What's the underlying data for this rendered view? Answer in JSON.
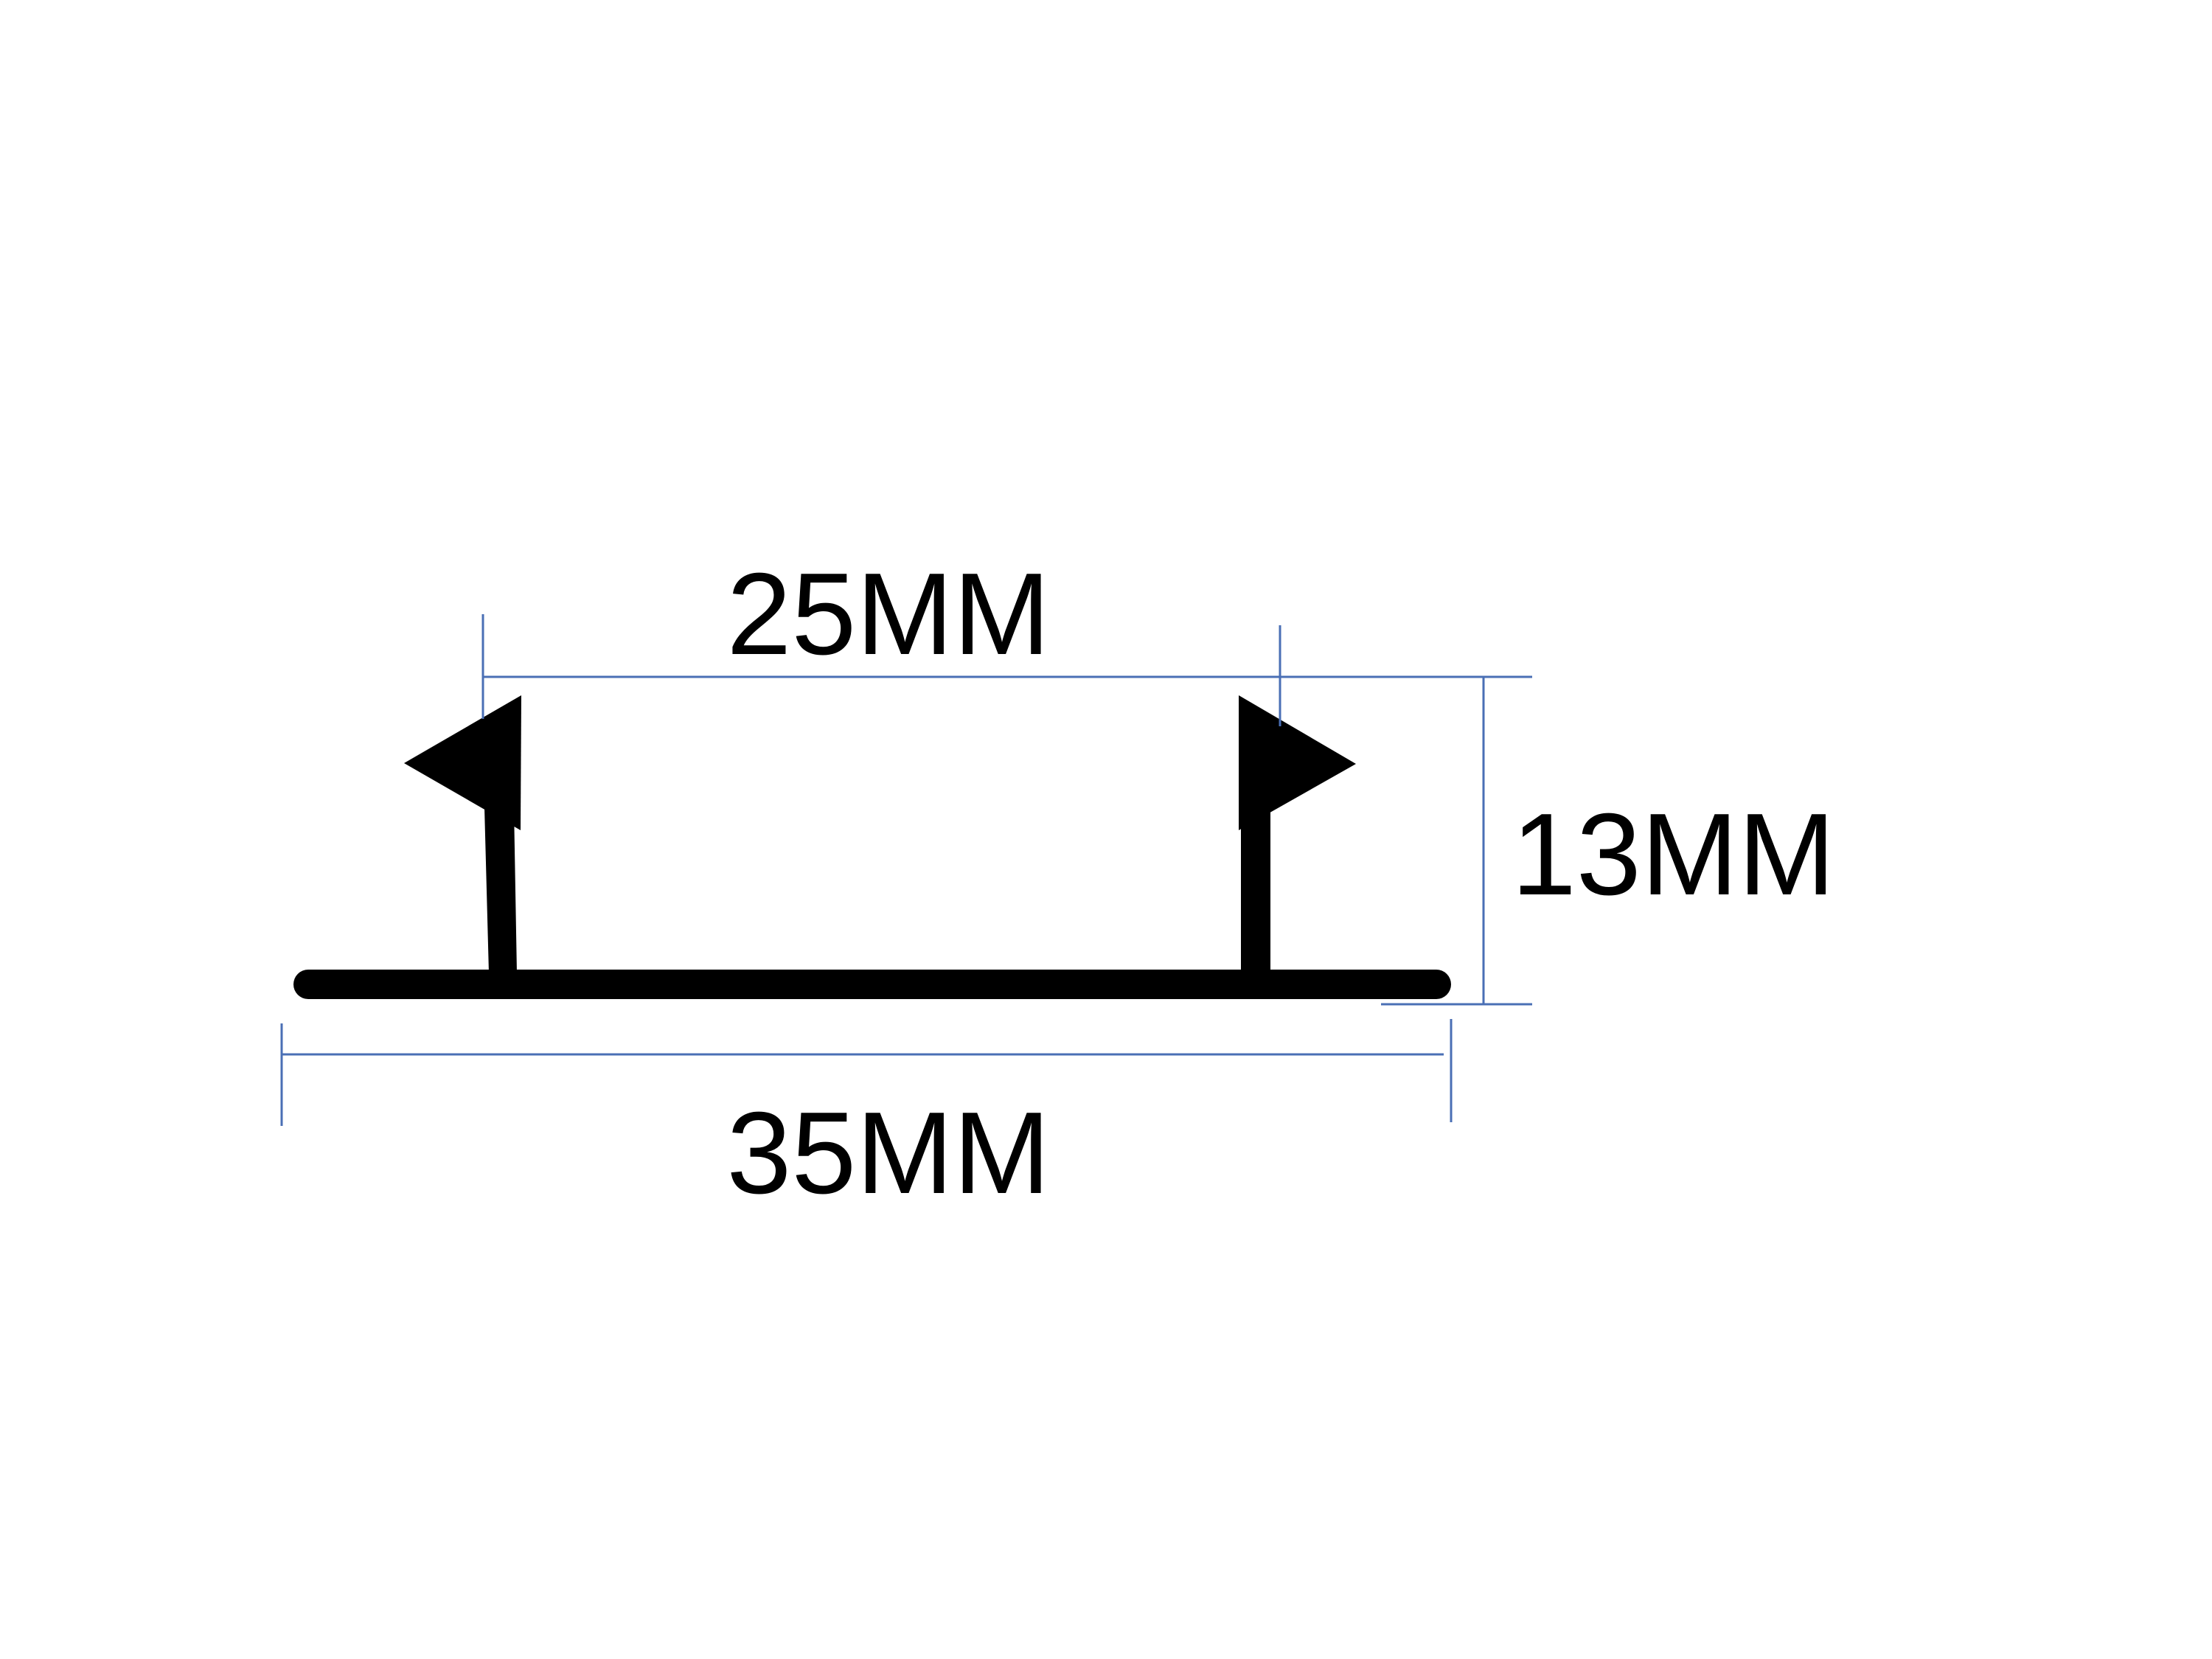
{
  "colors": {
    "profile": "#000000",
    "dimension": "#4a6fb5",
    "background": "#ffffff"
  },
  "dimensions": {
    "top_width": "25MM",
    "height": "13MM",
    "base_width": "35MM"
  }
}
